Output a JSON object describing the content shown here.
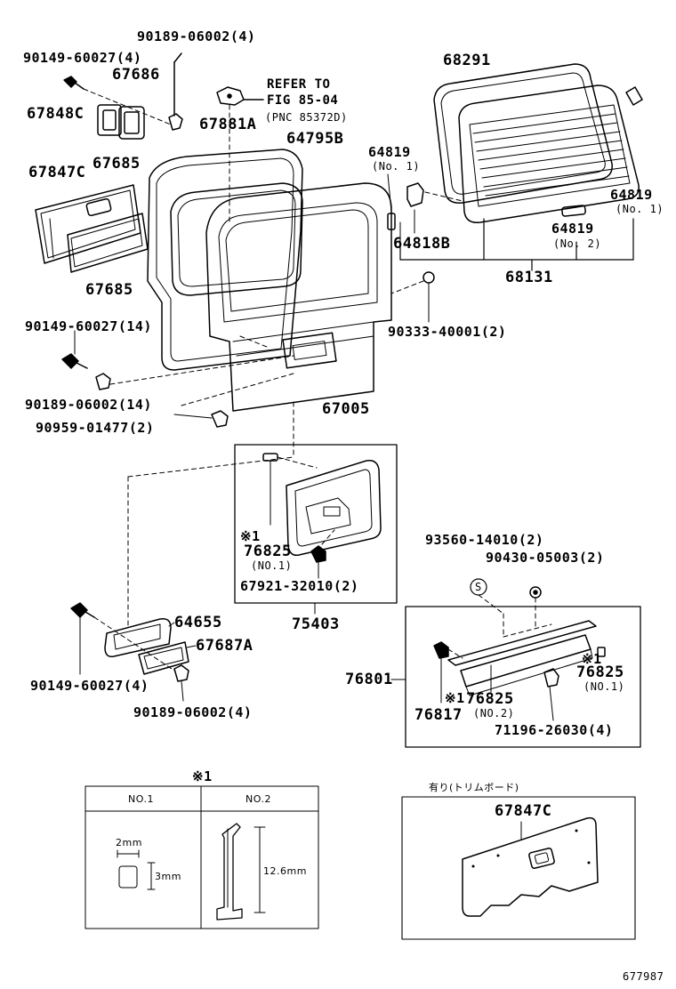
{
  "labels": {
    "p90189_06002_4_top": "90189-06002(4)",
    "p90149_60027_4_top": "90149-60027(4)",
    "p67686": "67686",
    "p67848c": "67848C",
    "refer_to": "REFER TO",
    "fig": "FIG 85-04",
    "pnc": "(PNC 85372D)",
    "p67881a": "67881A",
    "p64795b": "64795B",
    "p68291": "68291",
    "p67847c_left": "67847C",
    "p67685_a": "67685",
    "p67685_b": "67685",
    "p64819_no1_left": "64819",
    "no1_left": "(No. 1)",
    "p64819_no1_right": "64819",
    "no1_right": "(No. 1)",
    "p64819_no2": "64819",
    "no2": "(No. 2)",
    "p64818b": "64818B",
    "p68131": "68131",
    "p90149_60027_14": "90149-60027(14)",
    "p90333_40001_2": "90333-40001(2)",
    "p90189_06002_14": "90189-06002(14)",
    "p67005": "67005",
    "p90959_01477_2": "90959-01477(2)",
    "note1_a": "※1",
    "p76825_a": "76825",
    "no1_a": "(NO.1)",
    "p67921_32010_2": "67921-32010(2)",
    "p75403": "75403",
    "p64655": "64655",
    "p67687a": "67687A",
    "p90149_60027_4_bot": "90149-60027(4)",
    "p90189_06002_4_bot": "90189-06002(4)",
    "p93560_14010_2": "93560-14010(2)",
    "p90430_05003_2": "90430-05003(2)",
    "s_mark": "S",
    "p76801": "76801",
    "note1_b": "※1",
    "p76825_b": "76825",
    "no1_b": "(NO.1)",
    "note1_c": "※1",
    "p76825_c": "76825",
    "p76817": "76817",
    "no2_c": "(NO.2)",
    "p71196_26030_4": "71196-26030(4)",
    "table_note": "※1",
    "col_no1": "NO.1",
    "col_no2": "NO.2",
    "dim_2mm": "2mm",
    "dim_3mm": "3mm",
    "dim_12_6mm": "12.6mm",
    "trim_caption": "有り(トリムボード)",
    "p67847c_bot": "67847C",
    "fig_code": "677987"
  }
}
